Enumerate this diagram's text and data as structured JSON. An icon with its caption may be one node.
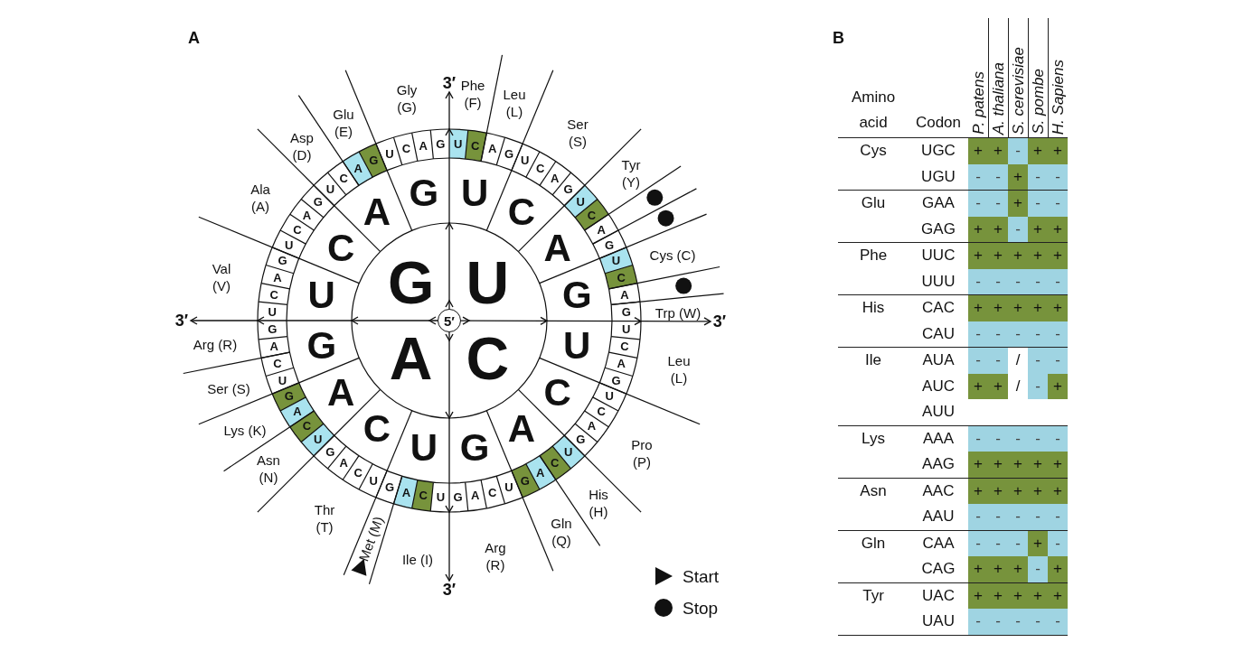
{
  "diagram": {
    "nodes": [
      {
        "text": [
          "3′"
        ]
      },
      {
        "text": [
          "3′"
        ]
      },
      {
        "text": [
          "5′"
        ]
      },
      {
        "text": [
          "3′"
        ]
      },
      {
        "text": [
          "3′"
        ]
      },
      {
        "text": [
          "U"
        ]
      },
      {
        "text": [
          "C"
        ]
      },
      {
        "text": [
          "A"
        ]
      },
      {
        "text": [
          "G"
        ]
      },
      {
        "text": [
          "U"
        ]
      },
      {
        "text": [
          "C"
        ]
      },
      {
        "text": [
          "A"
        ]
      },
      {
        "text": [
          "G"
        ]
      },
      {
        "text": [
          "U"
        ]
      },
      {
        "text": [
          "C"
        ]
      },
      {
        "text": [
          "A"
        ]
      },
      {
        "text": [
          "G"
        ]
      },
      {
        "text": [
          "U"
        ]
      },
      {
        "text": [
          "C"
        ]
      },
      {
        "text": [
          "A"
        ]
      },
      {
        "text": [
          "G"
        ]
      },
      {
        "text": [
          "U"
        ]
      },
      {
        "text": [
          "C"
        ]
      },
      {
        "text": [
          "A"
        ]
      },
      {
        "text": [
          "G"
        ]
      },
      {
        "text": [
          "U"
        ]
      },
      {
        "text": [
          "C"
        ]
      },
      {
        "text": [
          "A"
        ]
      },
      {
        "text": [
          "G"
        ]
      },
      {
        "text": [
          "U"
        ]
      },
      {
        "text": [
          "C"
        ]
      },
      {
        "text": [
          "A"
        ]
      },
      {
        "text": [
          "G"
        ]
      },
      {
        "text": [
          "U"
        ]
      },
      {
        "text": [
          "C"
        ]
      },
      {
        "text": [
          "A"
        ]
      },
      {
        "text": [
          "G"
        ]
      },
      {
        "text": [
          "U"
        ]
      },
      {
        "text": [
          "C"
        ]
      },
      {
        "text": [
          "A"
        ]
      },
      {
        "text": [
          "G"
        ]
      },
      {
        "text": [
          "U"
        ]
      },
      {
        "text": [
          "C"
        ]
      },
      {
        "text": [
          "A"
        ]
      },
      {
        "text": [
          "G"
        ]
      },
      {
        "text": [
          "U"
        ]
      },
      {
        "text": [
          "C"
        ]
      },
      {
        "text": [
          "A"
        ]
      },
      {
        "text": [
          "G"
        ]
      },
      {
        "text": [
          "U"
        ]
      },
      {
        "text": [
          "C"
        ]
      },
      {
        "text": [
          "A"
        ]
      },
      {
        "text": [
          "G"
        ]
      },
      {
        "text": [
          "U"
        ]
      },
      {
        "text": [
          "C"
        ]
      },
      {
        "text": [
          "A"
        ]
      },
      {
        "text": [
          "G"
        ]
      },
      {
        "text": [
          "U"
        ]
      },
      {
        "text": [
          "C"
        ]
      },
      {
        "text": [
          "A"
        ]
      },
      {
        "text": [
          "G"
        ]
      },
      {
        "text": [
          "U"
        ]
      },
      {
        "text": [
          "C"
        ]
      },
      {
        "text": [
          "A"
        ]
      },
      {
        "text": [
          "G"
        ]
      },
      {
        "text": [
          "U"
        ]
      },
      {
        "text": [
          "C"
        ]
      },
      {
        "text": [
          "A"
        ]
      },
      {
        "text": [
          "G"
        ]
      },
      {
        "text": [
          "U"
        ]
      },
      {
        "text": [
          "C"
        ]
      },
      {
        "text": [
          "A"
        ]
      },
      {
        "text": [
          "G"
        ]
      },
      {
        "text": [
          "U"
        ]
      },
      {
        "text": [
          "C"
        ]
      },
      {
        "text": [
          "A"
        ]
      },
      {
        "text": [
          "G"
        ]
      },
      {
        "text": [
          "U"
        ]
      },
      {
        "text": [
          "C"
        ]
      },
      {
        "text": [
          "A"
        ]
      },
      {
        "text": [
          "G"
        ]
      },
      {
        "text": [
          "U"
        ]
      },
      {
        "text": [
          "C"
        ]
      },
      {
        "text": [
          "A"
        ]
      },
      {
        "text": [
          "G"
        ]
      },
      {
        "text": [
          "U"
        ]
      },
      {
        "text": [
          "C"
        ]
      },
      {
        "text": [
          "A"
        ]
      },
      {
        "text": [
          "G"
        ]
      }
    ],
    "edges": [
      {
        "from": 2,
        "to": 0,
        "arrow": "to"
      },
      {
        "from": 2,
        "to": 1,
        "arrow": "to"
      },
      {
        "from": 2,
        "to": 3,
        "arrow": "to"
      },
      {
        "from": 2,
        "to": 4,
        "arrow": "to"
      }
    ],
    "labels": [
      "A",
      "B",
      "Phe (F)",
      "Leu (L)",
      "Ser (S)",
      "Tyr (Y)",
      "Cys (C)",
      "Trp (W)",
      "Leu (L)",
      "Pro (P)",
      "His (H)",
      "Gln (Q)",
      "Arg (R)",
      "Ile (I)",
      "Met (M)",
      "Thr (T)",
      "Asn (N)",
      "Lys (K)",
      "Ser (S)",
      "Arg (R)",
      "Val (V)",
      "Ala (A)",
      "Asp (D)",
      "Glu (E)",
      "Gly (G)",
      "Amino acid",
      "Codon",
      "P. patens",
      "A. thaliana",
      "S. cerevisiae",
      "S. pombe",
      "H. Sapiens",
      "Cys",
      "UGC",
      "+",
      "+",
      "-",
      "+",
      "+",
      "UGU",
      "-",
      "-",
      "+",
      "-",
      "-",
      "Glu",
      "GAA",
      "-",
      "-",
      "+",
      "-",
      "-",
      "GAG",
      "+",
      "+",
      "-",
      "+",
      "+",
      "Phe",
      "UUC",
      "+",
      "+",
      "+",
      "+",
      "+",
      "UUU",
      "-",
      "-",
      "-",
      "-",
      "-",
      "His",
      "CAC",
      "+",
      "+",
      "+",
      "+",
      "+",
      "CAU",
      "-",
      "-",
      "-",
      "-",
      "-",
      "Ile",
      "AUA",
      "-",
      "-",
      "/",
      "-",
      "-",
      "AUC",
      "+",
      "+",
      "/",
      "-",
      "+",
      "AUU",
      "Lys",
      "AAA",
      "-",
      "-",
      "-",
      "-",
      "-",
      "AAG",
      "+",
      "+",
      "+",
      "+",
      "+",
      "Asn",
      "AAC",
      "+",
      "+",
      "+",
      "+",
      "+",
      "AAU",
      "-",
      "-",
      "-",
      "-",
      "-",
      "Gln",
      "CAA",
      "-",
      "-",
      "-",
      "+",
      "-",
      "CAG",
      "+",
      "+",
      "+",
      "-",
      "+",
      "Tyr",
      "UAC",
      "+",
      "+",
      "+",
      "+",
      "+",
      "UAU",
      "-",
      "-",
      "-",
      "-",
      "-"
    ],
    "legend": [
      {
        "text": "Start"
      },
      {
        "text": "Stop"
      }
    ]
  }
}
